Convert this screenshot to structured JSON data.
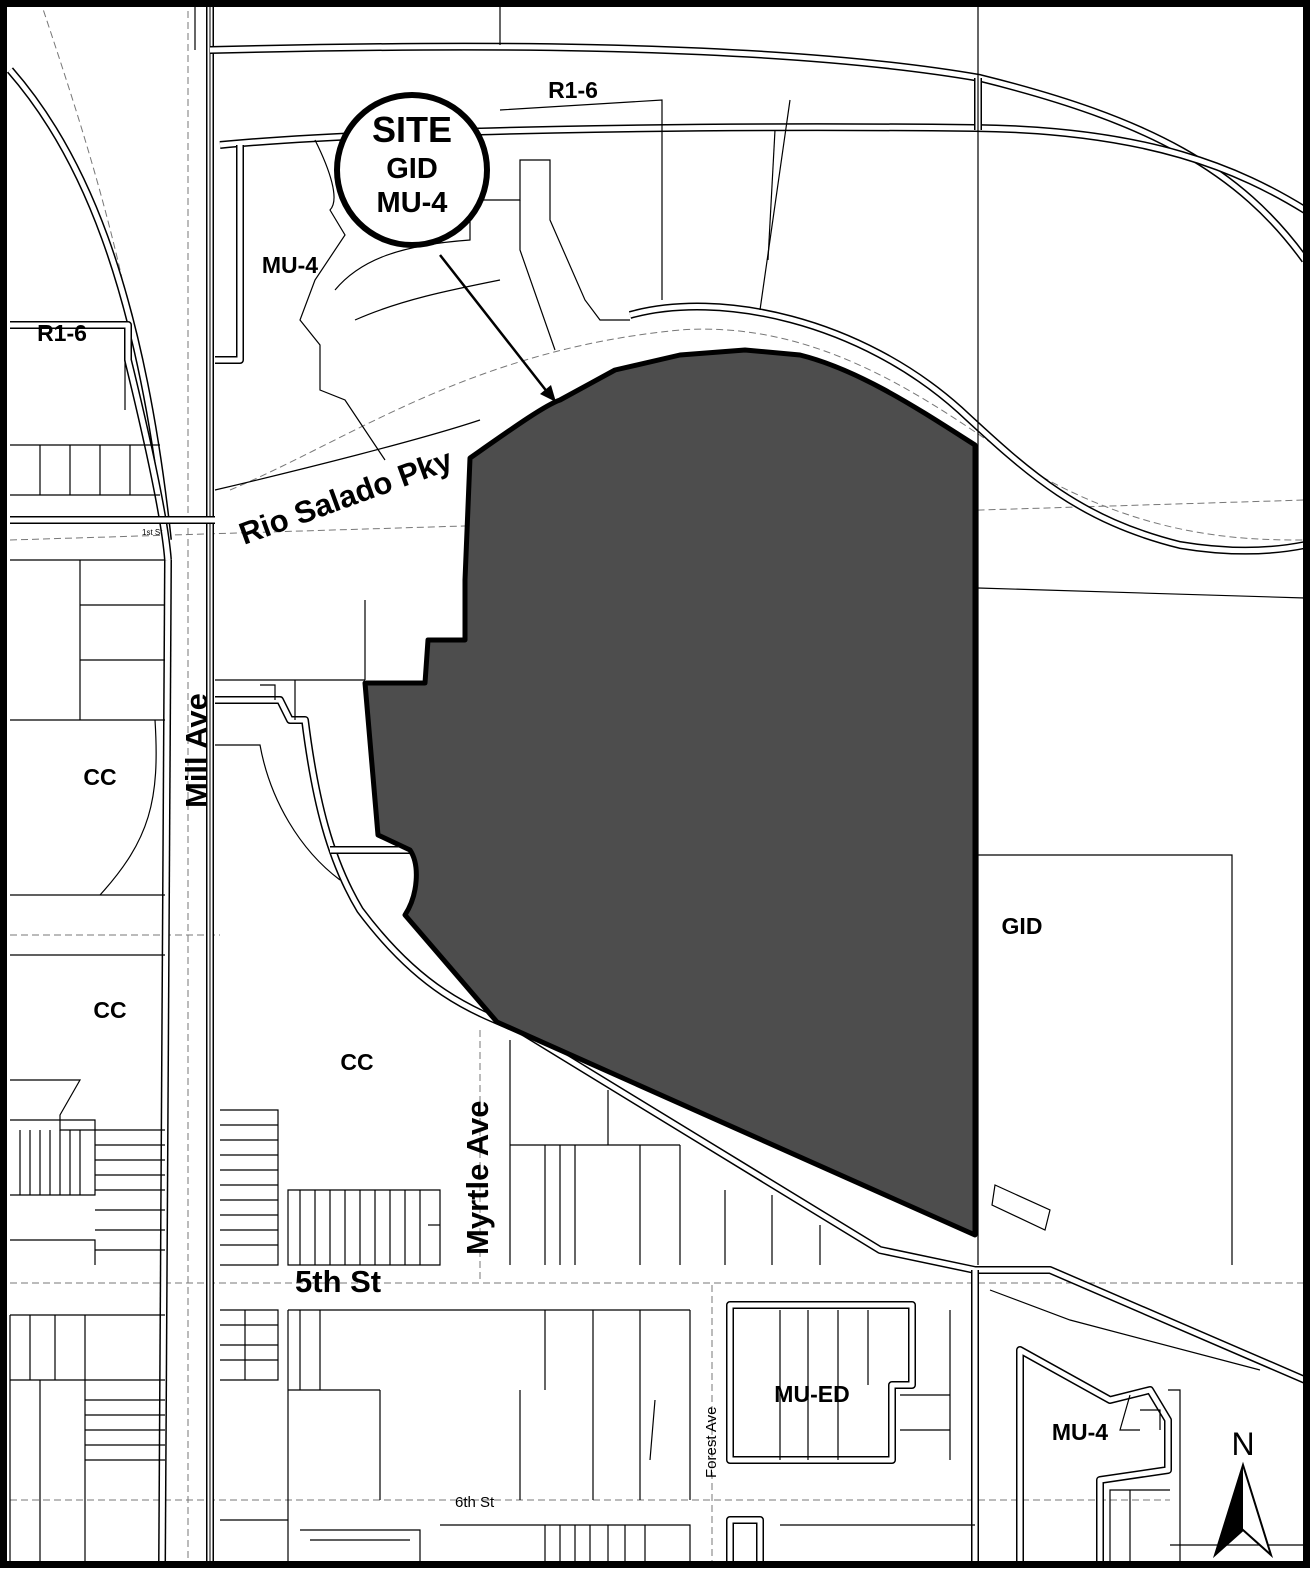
{
  "site_marker": {
    "line1": "SITE",
    "line2": "GID",
    "line3": "MU-4"
  },
  "zones": [
    {
      "id": "r16-top",
      "label": "R1-6"
    },
    {
      "id": "r16-left",
      "label": "R1-6"
    },
    {
      "id": "mu4-north",
      "label": "MU-4"
    },
    {
      "id": "cc-1",
      "label": "CC"
    },
    {
      "id": "cc-2",
      "label": "CC"
    },
    {
      "id": "cc-3",
      "label": "CC"
    },
    {
      "id": "gid",
      "label": "GID"
    },
    {
      "id": "mu-ed",
      "label": "MU-ED"
    },
    {
      "id": "mu4-south",
      "label": "MU-4"
    }
  ],
  "streets": {
    "rio_salado": "Rio Salado Pky",
    "mill": "Mill Ave",
    "myrtle": "Myrtle Ave",
    "fifth": "5th St",
    "sixth": "6th St",
    "forest": "Forest Ave",
    "first": "1st St"
  },
  "north_arrow": {
    "label": "N"
  },
  "colors": {
    "site_fill": "#4d4d4d",
    "outline": "#000000",
    "background": "#ffffff"
  }
}
